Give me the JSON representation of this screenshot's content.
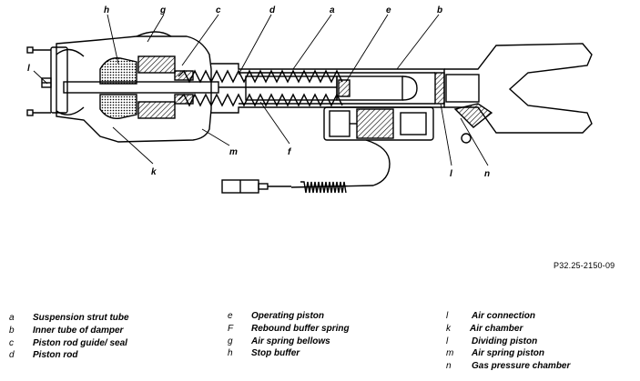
{
  "callouts": {
    "h": "h",
    "g": "g",
    "c": "c",
    "d": "d",
    "a": "a",
    "e": "e",
    "b": "b",
    "l_left": "l",
    "k": "k",
    "m": "m",
    "f": "f",
    "l_right": "l",
    "n": "n"
  },
  "figure_ref": "P32.25-2150-09",
  "legend": {
    "col1": [
      {
        "key": "a",
        "text": "Suspension strut tube"
      },
      {
        "key": "b",
        "text": "Inner tube of damper"
      },
      {
        "key": "c",
        "text": "Piston rod guide/ seal"
      },
      {
        "key": "d",
        "text": "Piston rod"
      }
    ],
    "col2": [
      {
        "key": "e",
        "text": "Operating piston"
      },
      {
        "key": "F",
        "text": "Rebound buffer spring"
      },
      {
        "key": "g",
        "text": "Air spring bellows"
      },
      {
        "key": "h",
        "text": "Stop buffer"
      }
    ],
    "col3": [
      {
        "key": "l",
        "text": "Air connection"
      },
      {
        "key": "k",
        "text": "Air chamber"
      },
      {
        "key": "l",
        "text": "Dividing piston"
      },
      {
        "key": "m",
        "text": "Air spring piston"
      },
      {
        "key": "n",
        "text": "Gas pressure chamber"
      }
    ]
  }
}
